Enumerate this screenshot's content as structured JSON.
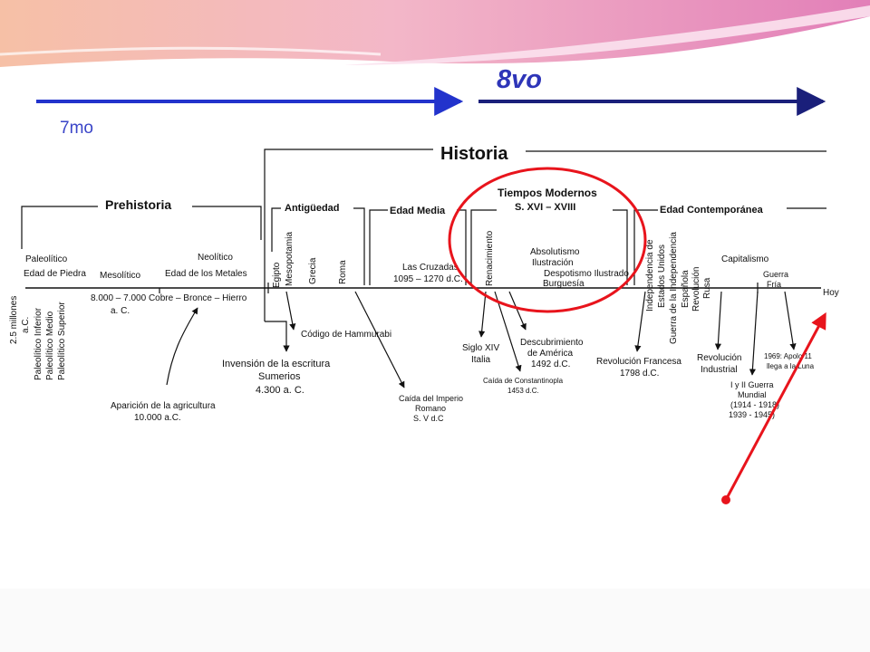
{
  "header": {
    "grade_8": "8vo",
    "grade_7": "7mo"
  },
  "titles": {
    "historia": "Historia",
    "prehistoria": "Prehistoria",
    "antiguedad": "Antigüedad",
    "edad_media": "Edad Media",
    "tiempos_modernos": "Tiempos Modernos",
    "tiempos_modernos_range": "S. XVI – XVIII",
    "edad_contemporanea": "Edad Contemporánea"
  },
  "prehistory": {
    "paleolitico": "Paleolítico",
    "edad_piedra": "Edad de Piedra",
    "mesolitico": "Mesolítico",
    "neolitico": "Neolítico",
    "edad_metales": "Edad de los Metales",
    "metal_dates_1": "8.000 – 7.000 Cobre – Bronce – Hierro",
    "metal_dates_2": "a. C.",
    "start_1": "2.5 millones",
    "start_2": "a.C.",
    "sub_1": "Paleolítico Inferior",
    "sub_2": "Paleolítico Medio",
    "sub_3": "Paleolítico Superior"
  },
  "antiquity": {
    "egipto": "Egipto",
    "mesopotamia": "Mesopotamia",
    "grecia": "Grecia",
    "roma": "Roma"
  },
  "middle_ages": {
    "cruzadas_1": "Las Cruzadas",
    "cruzadas_2": "1095 – 1270 d.C."
  },
  "modern": {
    "renacimiento": "Renacimiento",
    "absolutismo": "Absolutismo",
    "ilustracion": "Ilustración",
    "despotismo": "Despotismo Ilustrado",
    "burguesia": "Burguesía"
  },
  "contemporary": {
    "independencia_eeuu_1": "Independencia de",
    "independencia_eeuu_2": "Estados Unidos",
    "guerra_indep_1": "Guerra de la Independencia",
    "guerra_indep_2": "Española",
    "revolucion_rusa_1": "Revolución",
    "revolucion_rusa_2": "Rusa",
    "capitalismo": "Capitalismo",
    "guerra_fria_1": "Guerra",
    "guerra_fria_2": "Fría",
    "hoy": "Hoy"
  },
  "events": {
    "agricultura_1": "Aparición de la agricultura",
    "agricultura_2": "10.000 a.C.",
    "escritura_1": "Invensión de la escritura",
    "escritura_2": "Sumerios",
    "escritura_3": "4.300 a. C.",
    "hammurabi": "Código de Hammurabi",
    "caida_roma_1": "Caída del Imperio",
    "caida_roma_2": "Romano",
    "caida_roma_3": "S. V d.C",
    "siglo_xiv_1": "Siglo XIV",
    "siglo_xiv_2": "Italia",
    "descubrimiento_1": "Descubrimiento",
    "descubrimiento_2": "de América",
    "descubrimiento_3": "1492 d.C.",
    "constantinopla_1": "Caída de Constantinopla",
    "constantinopla_2": "1453 d.C.",
    "rev_francesa_1": "Revolución Francesa",
    "rev_francesa_2": "1798 d.C.",
    "rev_industrial_1": "Revolución",
    "rev_industrial_2": "Industrial",
    "guerras_1": "I y II Guerra",
    "guerras_2": "Mundial",
    "guerras_3": "(1914 - 1918)",
    "guerras_4": "1939 - 1945)",
    "apolo_1": "1969: Apolo 11",
    "apolo_2": "llega a la Luna"
  },
  "colors": {
    "blue_arrow": "#2233cc",
    "navy_arrow": "#1a1f7a",
    "red_annotation": "#e8141c"
  }
}
